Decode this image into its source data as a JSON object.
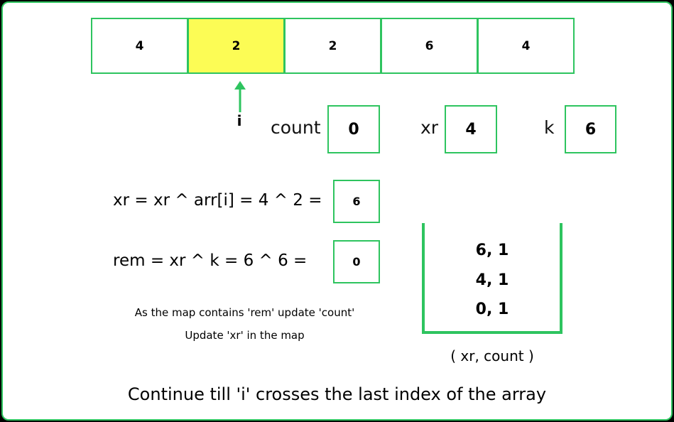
{
  "array": {
    "cells": [
      "4",
      "2",
      "2",
      "6",
      "4"
    ],
    "highlight_index": 1,
    "highlight_color": "#fcfc55",
    "pointer_label": "i"
  },
  "vars": {
    "count_label": "count",
    "count_value": "0",
    "xr_label": "xr",
    "xr_value": "4",
    "k_label": "k",
    "k_value": "6"
  },
  "equations": {
    "xr_expr": "xr = xr ^ arr[i] = 4 ^ 2 =",
    "xr_result": "6",
    "rem_expr": "rem = xr ^ k = 6  ^ 6 =",
    "rem_result": "0"
  },
  "notes": {
    "line1": "As the map contains 'rem' update 'count'",
    "line2": "Update 'xr' in the map"
  },
  "map": {
    "entries": [
      "6, 1",
      "4, 1",
      "0, 1"
    ],
    "caption": "( xr, count )"
  },
  "footer": "Continue till 'i' crosses the last index of the array",
  "colors": {
    "accent": "#2ec45f",
    "background": "#ffffff",
    "outer": "#000000"
  }
}
